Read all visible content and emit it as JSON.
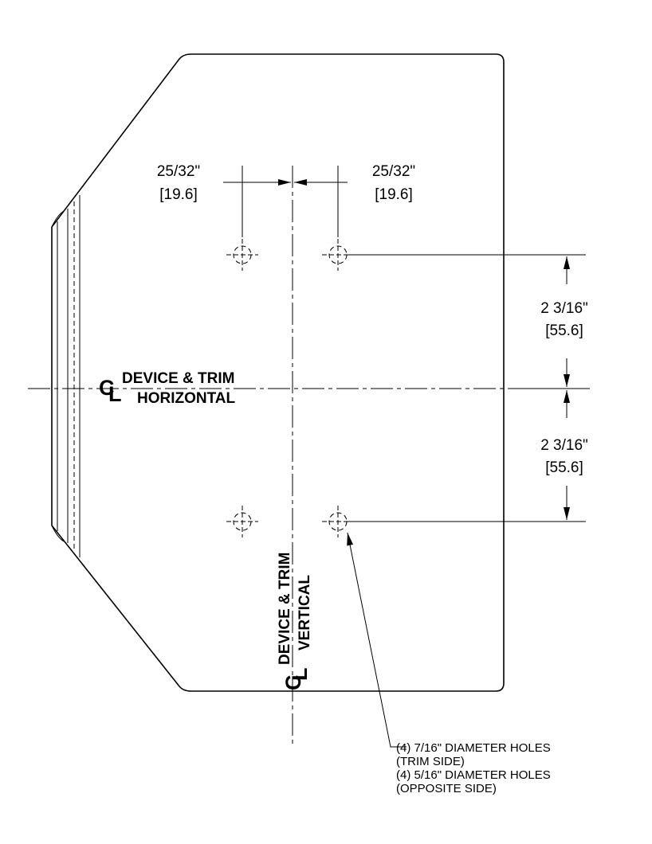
{
  "dimensions": {
    "left_horizontal": {
      "inch": "25/32\"",
      "mm": "[19.6]"
    },
    "right_horizontal": {
      "inch": "25/32\"",
      "mm": "[19.6]"
    },
    "upper_vertical": {
      "inch": "2 3/16\"",
      "mm": "[55.6]"
    },
    "lower_vertical": {
      "inch": "2 3/16\"",
      "mm": "[55.6]"
    }
  },
  "centerlines": {
    "horizontal": {
      "line1": "DEVICE & TRIM",
      "line2": "HORIZONTAL"
    },
    "vertical": {
      "line1": "DEVICE & TRIM",
      "line2": "VERTICAL"
    }
  },
  "hole_note": [
    "(4) 7/16\" DIAMETER HOLES",
    "(TRIM SIDE)",
    "(4) 5/16\" DIAMETER HOLES",
    "(OPPOSITE SIDE)"
  ],
  "icons": {
    "centerline_symbol": "centerline-icon",
    "hole": "hole-crosshair-icon",
    "arrowhead": "dimension-arrowhead"
  }
}
